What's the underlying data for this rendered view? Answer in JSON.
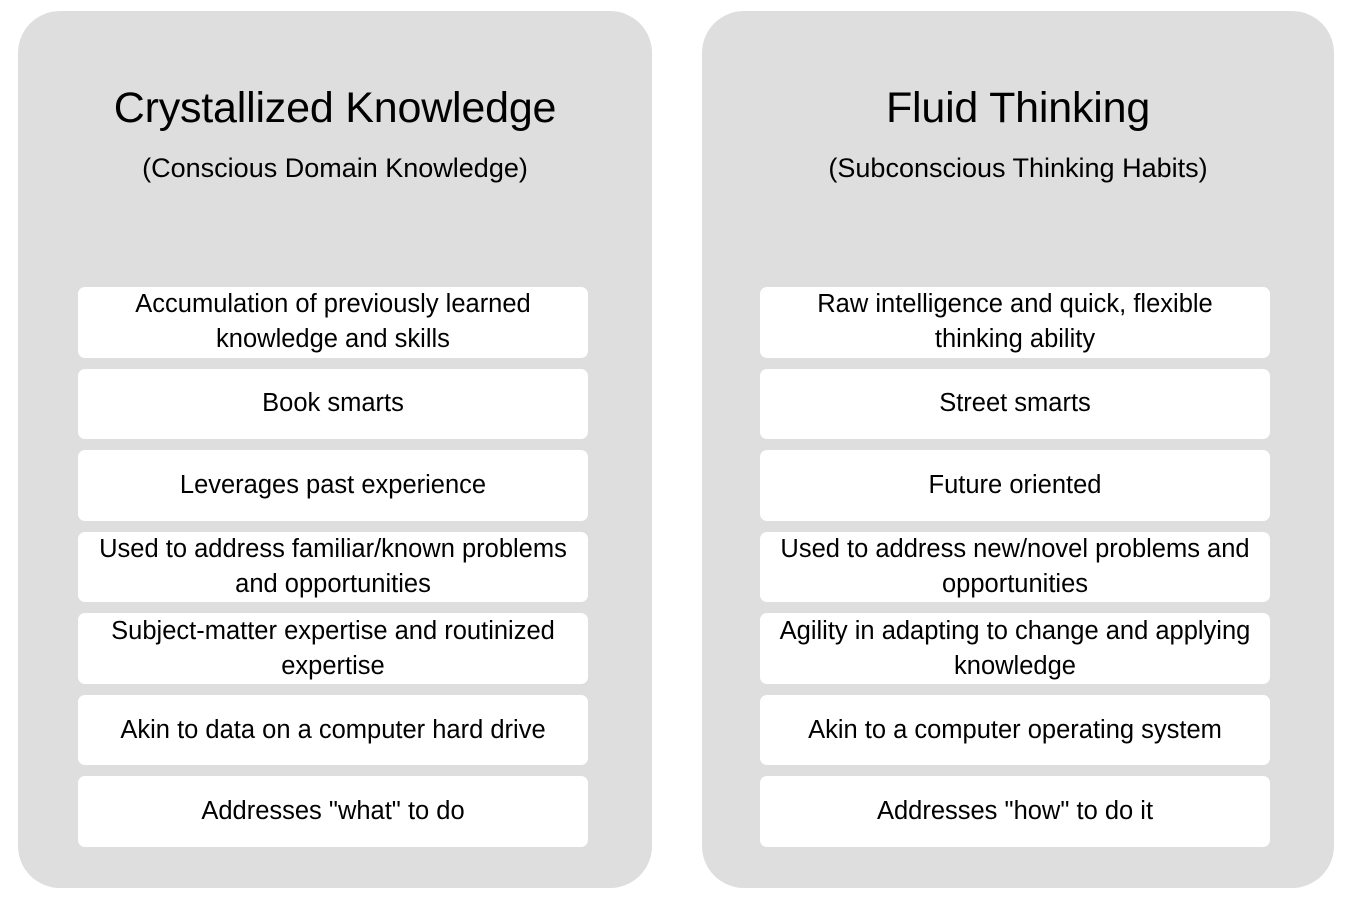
{
  "diagram": {
    "background_color": "#ffffff",
    "panel_color": "#dedede",
    "card_color": "#ffffff",
    "text_color": "#000000",
    "columns": [
      {
        "id": "crystallized-knowledge",
        "title": "Crystallized Knowledge",
        "subtitle": "(Conscious Domain Knowledge)",
        "items": [
          "Accumulation of previously learned knowledge and skills",
          "Book smarts",
          "Leverages past experience",
          "Used to address familiar/known problems and opportunities",
          "Subject-matter expertise and routinized expertise",
          "Akin to data on a computer hard drive",
          "Addresses \"what\" to do"
        ]
      },
      {
        "id": "fluid-thinking",
        "title": "Fluid Thinking",
        "subtitle": "(Subconscious Thinking Habits)",
        "items": [
          "Raw intelligence and quick, flexible thinking ability",
          "Street smarts",
          "Future oriented",
          "Used to address new/novel problems and opportunities",
          "Agility in adapting to change and applying knowledge",
          "Akin to a computer operating system",
          "Addresses \"how\" to do it"
        ]
      }
    ]
  }
}
